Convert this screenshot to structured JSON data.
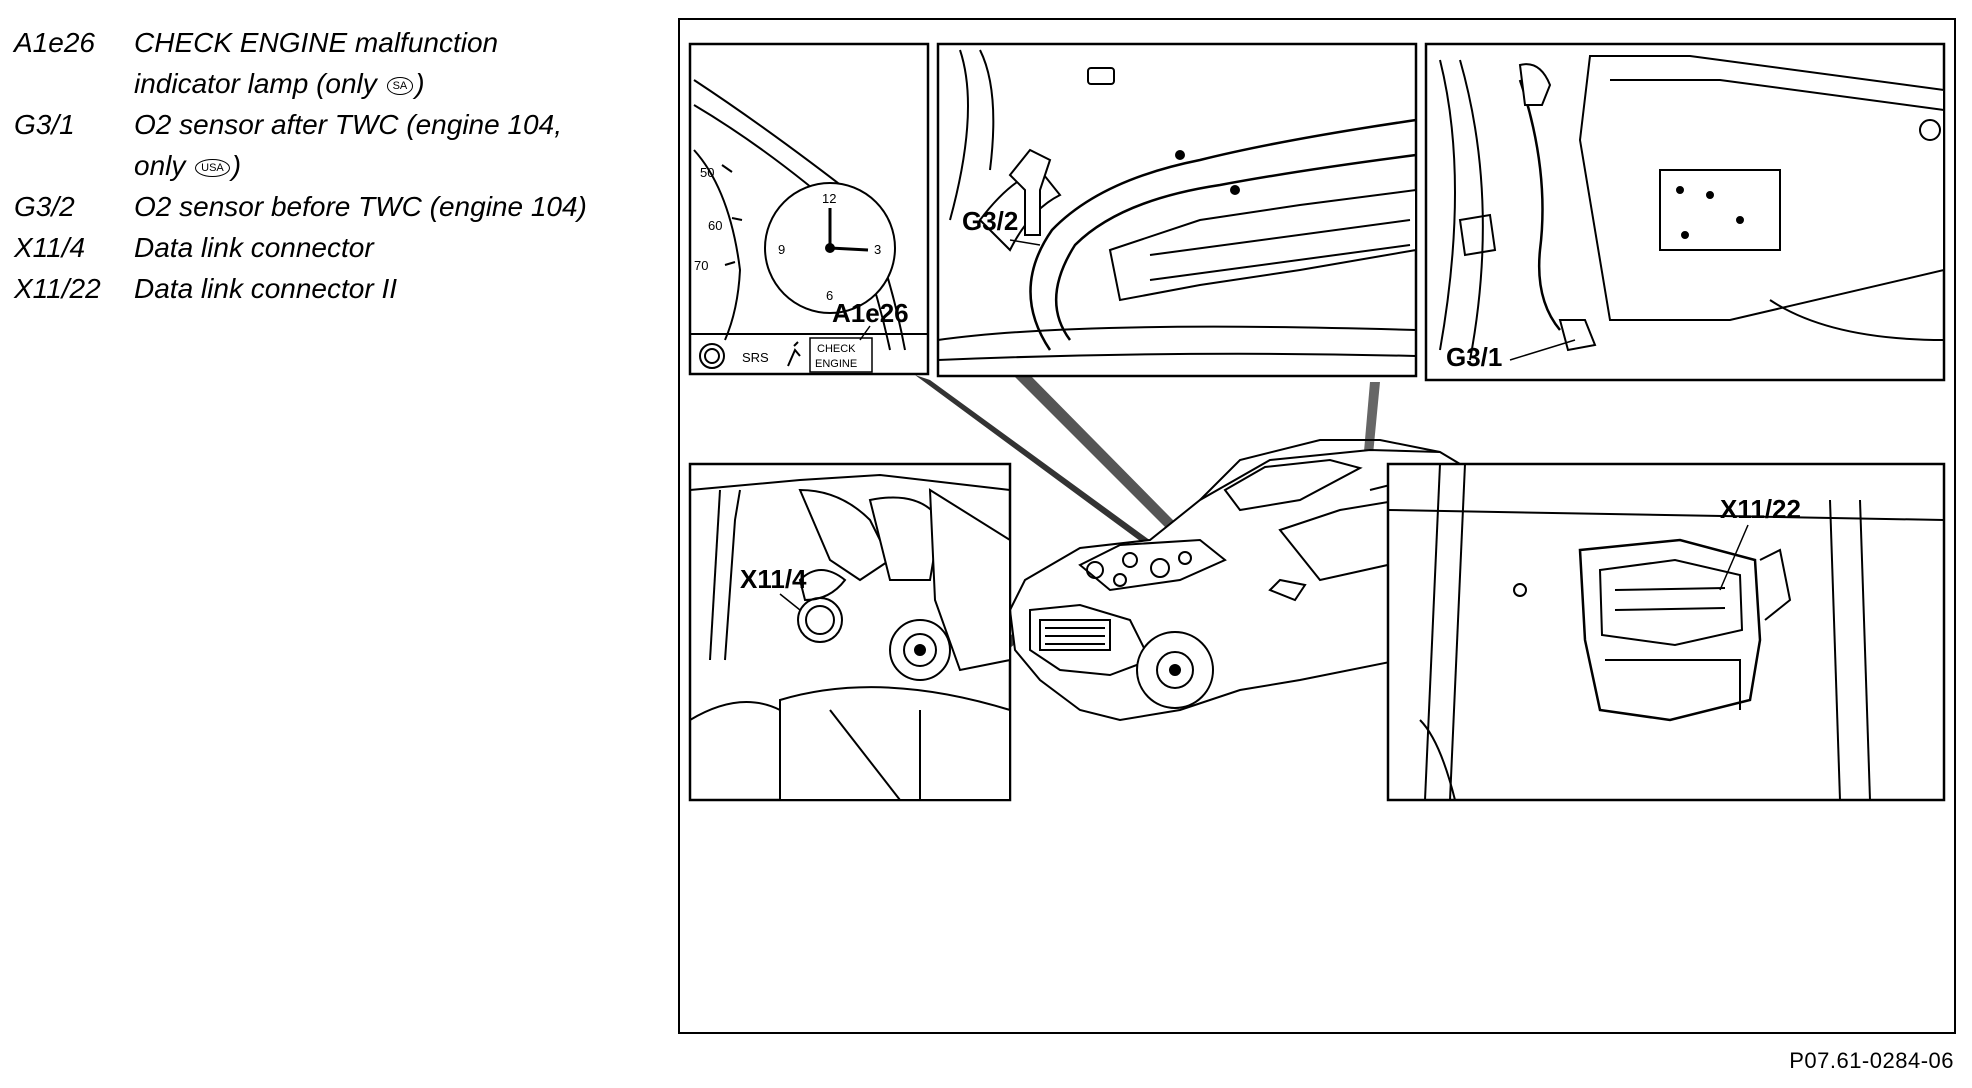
{
  "legend": [
    {
      "code": "A1e26",
      "lines": [
        "CHECK ENGINE malfunction",
        "indicator lamp (only "
      ],
      "badge": "SA",
      "tail": ")"
    },
    {
      "code": "G3/1",
      "lines": [
        "O2 sensor after TWC (engine 104,",
        "only "
      ],
      "badge": "USA",
      "tail": ")"
    },
    {
      "code": "G3/2",
      "lines": [
        "O2 sensor before TWC (engine 104)"
      ]
    },
    {
      "code": "X11/4",
      "lines": [
        "Data link connector"
      ]
    },
    {
      "code": "X11/22",
      "lines": [
        "Data link connector II"
      ]
    }
  ],
  "callouts": {
    "a1e26": "A1e26",
    "g32": "G3/2",
    "g31": "G3/1",
    "x114": "X11/4",
    "x1122": "X11/22"
  },
  "cluster": {
    "speed_50": "50",
    "speed_60": "60",
    "speed_70": "70",
    "clock_12": "12",
    "clock_9": "9",
    "clock_3": "3",
    "clock_6": "6",
    "srs": "SRS",
    "check_engine_1": "CHECK",
    "check_engine_2": "ENGINE"
  },
  "figure_ref": "P07.61-0284-06"
}
